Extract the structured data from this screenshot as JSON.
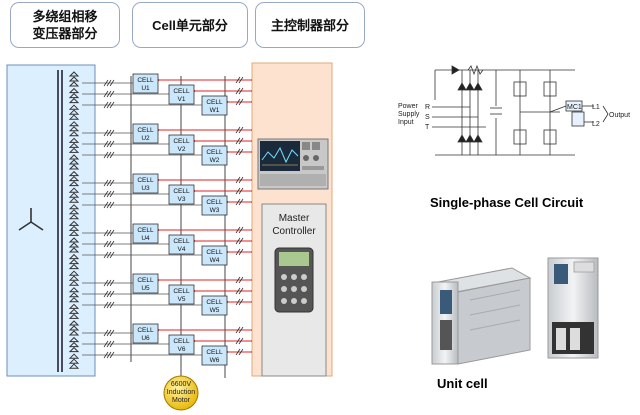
{
  "headers": {
    "transformer": [
      "多绕组相移",
      "变压器部分"
    ],
    "cell": "Cell单元部分",
    "controller": "主控制器部分"
  },
  "cells": [
    [
      "CELL",
      "U1"
    ],
    [
      "CELL",
      "V1"
    ],
    [
      "CELL",
      "W1"
    ],
    [
      "CELL",
      "U2"
    ],
    [
      "CELL",
      "V2"
    ],
    [
      "CELL",
      "W2"
    ],
    [
      "CELL",
      "U3"
    ],
    [
      "CELL",
      "V3"
    ],
    [
      "CELL",
      "W3"
    ],
    [
      "CELL",
      "U4"
    ],
    [
      "CELL",
      "V4"
    ],
    [
      "CELL",
      "W4"
    ],
    [
      "CELL",
      "U5"
    ],
    [
      "CELL",
      "V5"
    ],
    [
      "CELL",
      "W5"
    ],
    [
      "CELL",
      "U6"
    ],
    [
      "CELL",
      "V6"
    ],
    [
      "CELL",
      "W6"
    ]
  ],
  "controller_label": [
    "Master",
    "Controller"
  ],
  "motor_label": [
    "6600V",
    "Induction",
    "Motor"
  ],
  "circuit": {
    "input_label": [
      "Power",
      "Supply",
      "Input"
    ],
    "phases": [
      "R",
      "S",
      "T"
    ],
    "mc_label": "MC1",
    "outputs": [
      "L1",
      "L2"
    ],
    "output_label": "Output"
  },
  "captions": {
    "circuit": "Single-phase Cell Circuit",
    "unit": "Unit cell"
  },
  "colors": {
    "transformer_fill": "#dcefff",
    "cell_fill": "#cbe7fb",
    "controller_fill": "#fde3cf",
    "arrow": "#e02020",
    "motor": "#f5c518"
  }
}
